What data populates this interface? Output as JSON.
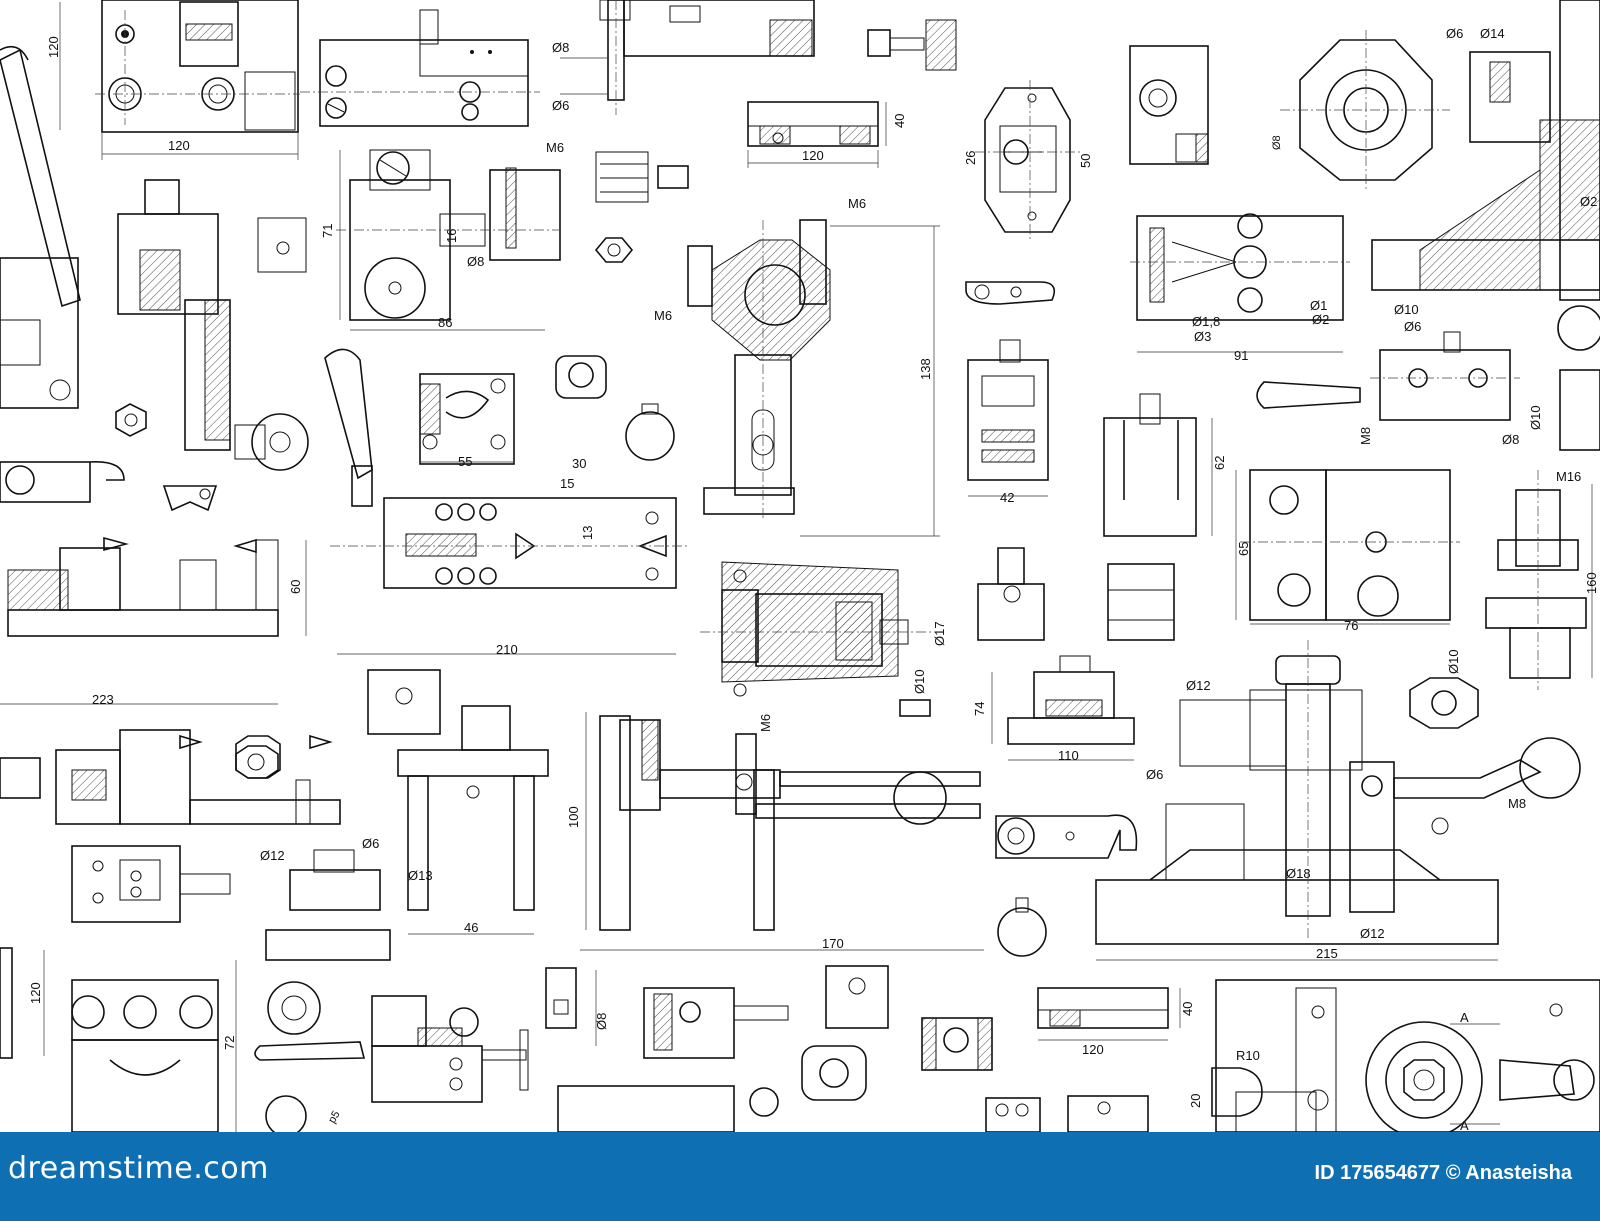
{
  "dimensions": {
    "d_120_top": "120",
    "d_120_side": "120",
    "d_o8": "Ø8",
    "d_o6": "Ø6",
    "d_120_c": "120",
    "d_40_c": "40",
    "d_m6_a": "M6",
    "d_71": "71",
    "d_16": "16",
    "d_o8_b": "Ø8",
    "d_86": "86",
    "d_m6_b": "M6",
    "d_m6_c": "M6",
    "d_138": "138",
    "d_26": "26",
    "d_50": "50",
    "d_o6_b": "Ø6",
    "d_o14": "Ø14",
    "d_o8_c": "Ø8",
    "d_o2": "Ø2",
    "d_o1_8": "Ø1,8",
    "d_o3": "Ø3",
    "d_o1": "Ø1",
    "d_o2_b": "Ø2",
    "d_91": "91",
    "d_o10": "Ø10",
    "d_o6_c": "Ø6",
    "d_m8": "M8",
    "d_o8_d": "Ø8",
    "d_o10_b": "Ø10",
    "d_55": "55",
    "d_30": "30",
    "d_15": "15",
    "d_13": "13",
    "d_62": "62",
    "d_42": "42",
    "d_m16": "M16",
    "d_65": "65",
    "d_76": "76",
    "d_160": "160",
    "d_o10_c": "Ø10",
    "d_60": "60",
    "d_210": "210",
    "d_223": "223",
    "d_o17": "Ø17",
    "d_o10_d": "Ø10",
    "d_m6_d": "M6",
    "d_74": "74",
    "d_110": "110",
    "d_o12": "Ø12",
    "d_o6_d": "Ø6",
    "d_m8_b": "M8",
    "d_100": "100",
    "d_o13": "Ø13",
    "d_46": "46",
    "d_170": "170",
    "d_o12_b": "Ø12",
    "d_o6_e": "Ø6",
    "d_o18": "Ø18",
    "d_o12_c": "Ø12",
    "d_215": "215",
    "d_120_b": "120",
    "d_72": "72",
    "d_o8_e": "Ø8",
    "d_40_b": "40",
    "d_120_d": "120",
    "d_r10": "R10",
    "d_20": "20",
    "d_a1": "A",
    "d_a2": "A",
    "d_p5": "p5"
  },
  "footer": {
    "logo_text": "dreamstime.com",
    "credit_text": "ID 175654677 © Anasteisha",
    "bar_color": "#0e6fb3"
  }
}
